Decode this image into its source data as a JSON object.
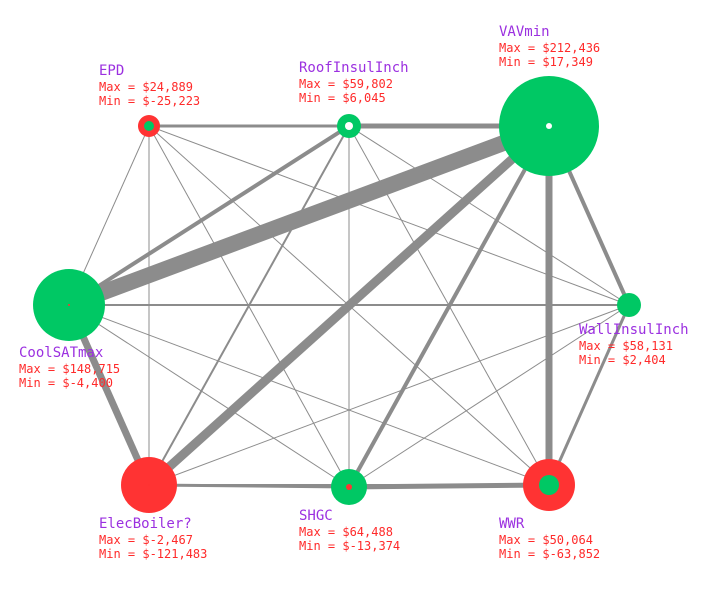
{
  "diagram": {
    "colors": {
      "edge": "#8c8c8c",
      "positive": "#00c864",
      "negative": "#ff3333",
      "name_text": "#9b30e0",
      "stat_text": "#ff2a2a"
    },
    "nodes": [
      {
        "id": "epd",
        "name": "EPD",
        "max": "Max = $24,889",
        "min": "Min = $-25,223",
        "outer_color": "negative",
        "inner_color": "positive"
      },
      {
        "id": "roof",
        "name": "RoofInsulInch",
        "max": "Max = $59,802",
        "min": "Min = $6,045",
        "outer_color": "positive",
        "inner_color": "positive"
      },
      {
        "id": "vav",
        "name": "VAVmin",
        "max": "Max = $212,436",
        "min": "Min = $17,349",
        "outer_color": "positive",
        "inner_color": "positive"
      },
      {
        "id": "coolsat",
        "name": "CoolSATmax",
        "max": "Max = $148,715",
        "min": "Min = $-4,400",
        "outer_color": "positive",
        "inner_color": "negative"
      },
      {
        "id": "wall",
        "name": "WallInsulInch",
        "max": "Max = $58,131",
        "min": "Min = $2,404",
        "outer_color": "positive",
        "inner_color": "positive"
      },
      {
        "id": "elec",
        "name": "ElecBoiler?",
        "max": "Max = $-2,467",
        "min": "Min = $-121,483",
        "outer_color": "negative",
        "inner_color": "negative"
      },
      {
        "id": "shgc",
        "name": "SHGC",
        "max": "Max = $64,488",
        "min": "Min = $-13,374",
        "outer_color": "positive",
        "inner_color": "negative"
      },
      {
        "id": "wwr",
        "name": "WWR",
        "max": "Max = $50,064",
        "min": "Min = $-63,852",
        "outer_color": "negative",
        "inner_color": "positive"
      }
    ],
    "edges": [
      {
        "from": "vav",
        "to": "coolsat",
        "weight": 16
      },
      {
        "from": "vav",
        "to": "elec",
        "weight": 9
      },
      {
        "from": "coolsat",
        "to": "elec",
        "weight": 7
      },
      {
        "from": "vav",
        "to": "wwr",
        "weight": 7
      },
      {
        "from": "roof",
        "to": "vav",
        "weight": 5
      },
      {
        "from": "shgc",
        "to": "wwr",
        "weight": 5
      },
      {
        "from": "vav",
        "to": "shgc",
        "weight": 4
      },
      {
        "from": "vav",
        "to": "wall",
        "weight": 4
      },
      {
        "from": "roof",
        "to": "coolsat",
        "weight": 4
      },
      {
        "from": "wall",
        "to": "wwr",
        "weight": 3
      },
      {
        "from": "epd",
        "to": "roof",
        "weight": 3
      },
      {
        "from": "elec",
        "to": "shgc",
        "weight": 3
      },
      {
        "from": "coolsat",
        "to": "wall",
        "weight": 2
      },
      {
        "from": "roof",
        "to": "elec",
        "weight": 2
      },
      {
        "from": "epd",
        "to": "coolsat",
        "weight": 1
      },
      {
        "from": "epd",
        "to": "elec",
        "weight": 1
      },
      {
        "from": "epd",
        "to": "shgc",
        "weight": 1
      },
      {
        "from": "epd",
        "to": "wwr",
        "weight": 1
      },
      {
        "from": "epd",
        "to": "wall",
        "weight": 1
      },
      {
        "from": "roof",
        "to": "shgc",
        "weight": 1
      },
      {
        "from": "roof",
        "to": "wall",
        "weight": 1
      },
      {
        "from": "roof",
        "to": "wwr",
        "weight": 1
      },
      {
        "from": "coolsat",
        "to": "shgc",
        "weight": 1
      },
      {
        "from": "coolsat",
        "to": "wwr",
        "weight": 1
      },
      {
        "from": "elec",
        "to": "wall",
        "weight": 1
      },
      {
        "from": "shgc",
        "to": "wall",
        "weight": 1
      },
      {
        "from": "elec",
        "to": "wwr",
        "weight": 2
      }
    ]
  }
}
